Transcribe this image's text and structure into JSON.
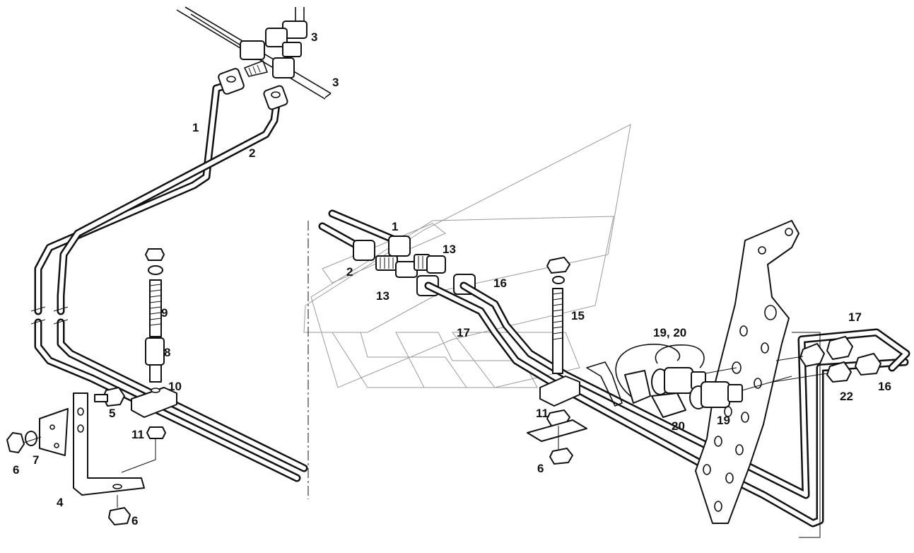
{
  "labels": {
    "l1a": "1",
    "l2a": "2",
    "l3a": "3",
    "l3b": "3",
    "l9": "9",
    "l8": "8",
    "l10": "10",
    "l5": "5",
    "l11a": "11",
    "l7": "7",
    "l6a": "6",
    "l4": "4",
    "l6b": "6",
    "l1b": "1",
    "l2b": "2",
    "l13a": "13",
    "l13b": "13",
    "l16a": "16",
    "l15": "15",
    "l17a": "17",
    "l1920": "19, 20",
    "l11b": "11",
    "l6c": "6",
    "l20": "20",
    "l19": "19",
    "l17b": "17",
    "l22": "22",
    "l16b": "16"
  }
}
